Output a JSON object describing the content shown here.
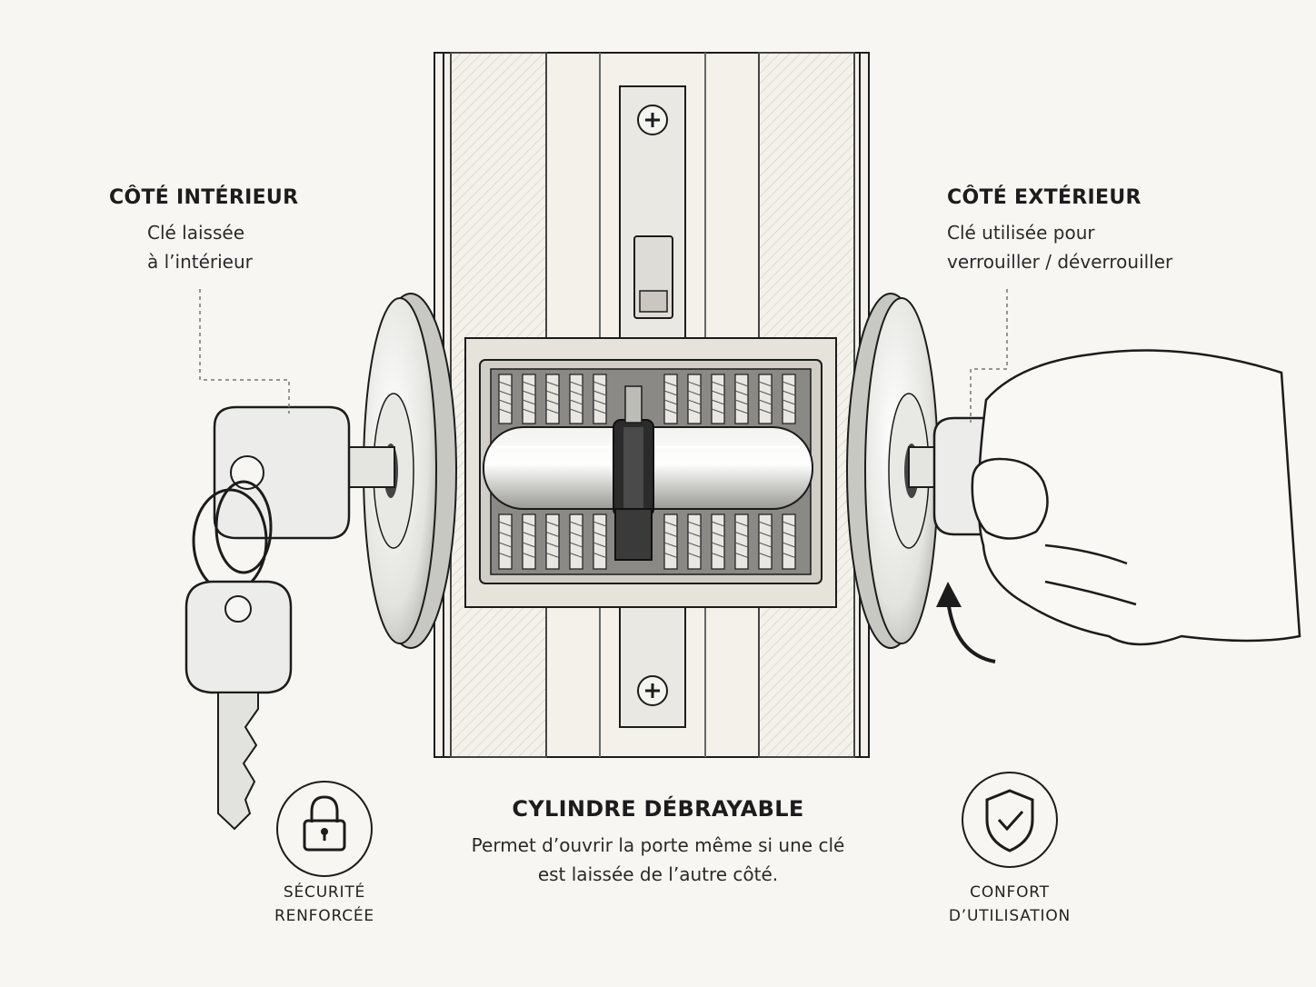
{
  "interior": {
    "title": "CÔTÉ INTÉRIEUR",
    "line1": "Clé laissée",
    "line2": "à l’intérieur"
  },
  "exterior": {
    "title": "CÔTÉ EXTÉRIEUR",
    "line1": "Clé utilisée pour",
    "line2": "verrouiller / déverrouiller"
  },
  "center": {
    "title": "CYLINDRE DÉBRAYABLE",
    "line1": "Permet d’ouvrir la porte même si une clé",
    "line2": "est laissée de l’autre côté."
  },
  "badges": {
    "security": {
      "line1": "SÉCURITÉ",
      "line2": "RENFORCÉE",
      "icon": "padlock-icon"
    },
    "comfort": {
      "line1": "CONFORT",
      "line2": "D’UTILISATION",
      "icon": "shield-check-icon"
    }
  },
  "colors": {
    "ink": "#1c1c1c",
    "paper": "#f7f6f2",
    "metal": "#dcdcd8"
  }
}
